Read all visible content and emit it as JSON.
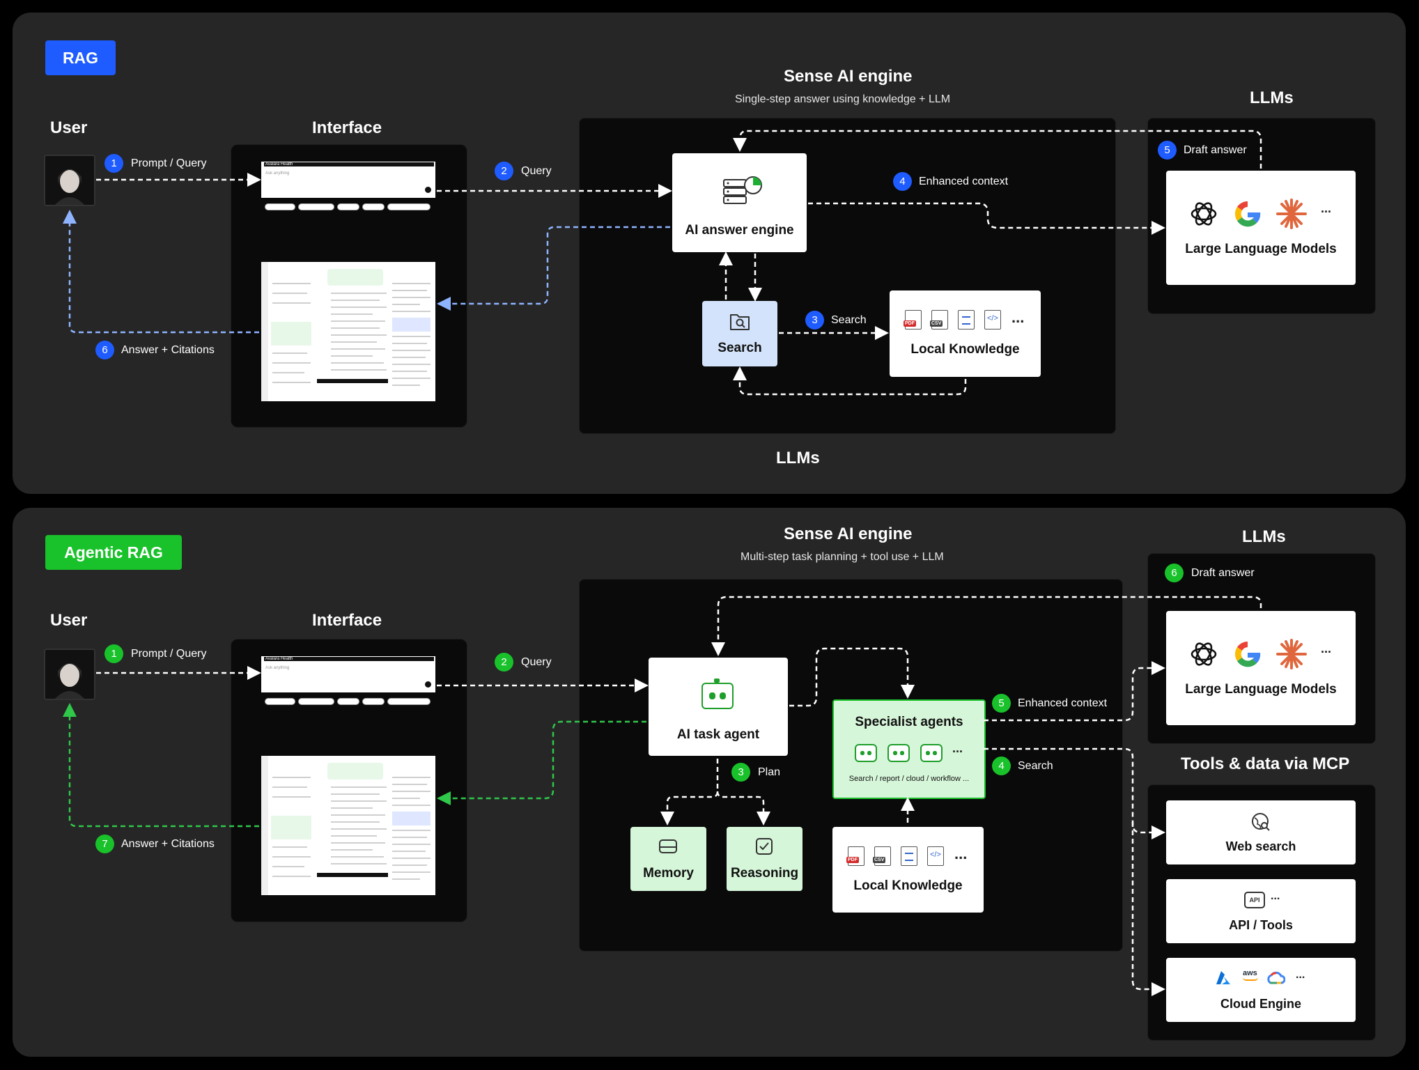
{
  "rag": {
    "badge": "RAG",
    "user": "User",
    "interface": "Interface",
    "engine_title": "Sense AI engine",
    "engine_sub": "Single-step answer using knowledge + LLM",
    "llms_label": "LLMs",
    "llms_bottom": "LLMs",
    "answer_engine": "AI answer engine",
    "search": "Search",
    "local_knowledge": "Local Knowledge",
    "large_language_models": "Large Language Models",
    "app_title": "Avalara Health",
    "app_placeholder": "Ask anything",
    "steps": [
      {
        "n": "1",
        "label": "Prompt / Query"
      },
      {
        "n": "2",
        "label": "Query"
      },
      {
        "n": "3",
        "label": "Search"
      },
      {
        "n": "4",
        "label": "Enhanced context"
      },
      {
        "n": "5",
        "label": "Draft answer"
      },
      {
        "n": "6",
        "label": "Answer + Citations"
      }
    ]
  },
  "agentic": {
    "badge": "Agentic RAG",
    "user": "User",
    "interface": "Interface",
    "engine_title": "Sense AI engine",
    "engine_sub": "Multi-step task planning + tool use + LLM",
    "llms_label": "LLMs",
    "tools_title": "Tools & data via MCP",
    "task_agent": "AI task agent",
    "specialist": "Specialist agents",
    "specialist_sub": "Search / report / cloud / workflow ...",
    "memory": "Memory",
    "reasoning": "Reasoning",
    "local_knowledge": "Local Knowledge",
    "large_language_models": "Large Language Models",
    "web_search": "Web search",
    "api_tools": "API / Tools",
    "cloud_engine": "Cloud Engine",
    "app_title": "Avalara Health",
    "app_placeholder": "Ask anything",
    "steps": [
      {
        "n": "1",
        "label": "Prompt / Query"
      },
      {
        "n": "2",
        "label": "Query"
      },
      {
        "n": "3",
        "label": "Plan"
      },
      {
        "n": "4",
        "label": "Search"
      },
      {
        "n": "5",
        "label": "Enhanced context"
      },
      {
        "n": "6",
        "label": "Draft answer"
      },
      {
        "n": "7",
        "label": "Answer + Citations"
      }
    ]
  },
  "colors": {
    "rag_accent": "#1f5cff",
    "agentic_accent": "#19c22a",
    "return_blue": "#8fb4ff",
    "return_green": "#2fc84a"
  },
  "icons": [
    "openai-icon",
    "google-icon",
    "claude-icon",
    "pdf-icon",
    "csv-icon",
    "doc-icon",
    "code-icon",
    "server-icon",
    "search-folder-icon",
    "robot-icon",
    "memory-icon",
    "reasoning-icon",
    "web-search-icon",
    "api-icon",
    "azure-icon",
    "aws-icon",
    "gcp-icon"
  ]
}
